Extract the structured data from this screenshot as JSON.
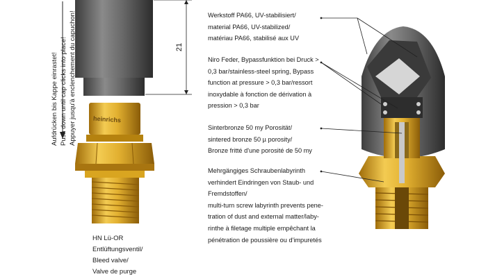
{
  "vertical_instruction": [
    "Aufdrücken bis Kappe einrastet!",
    "Push down until cap clicks into place!",
    "Appuyer jusqu'à enclenchement du capuchon!"
  ],
  "dimension": {
    "value": "21"
  },
  "product_brand": "heinrichs",
  "caption": [
    "HN Lü-OR",
    "Entlüftungsventil/",
    "Bleed valve/",
    "Valve de purge"
  ],
  "descriptions": {
    "material": [
      "Werkstoff PA66, UV-stabilisiert/",
      "material PA66, UV-stabilized/",
      "matériau PA66, stabilisé aux UV"
    ],
    "spring": [
      "Niro Feder, Bypassfunktion bei Druck >",
      "0,3 bar/stainless-steel spring, Bypass",
      "function at pressure > 0,3 bar/ressort",
      "inoxydable à fonction de dérivation à",
      "pression > 0,3 bar"
    ],
    "bronze": [
      "Sinterbronze 50 my Porosität/",
      "sintered bronze 50 µ porosity/",
      "Bronze fritté d'une porosité de 50 my"
    ],
    "labyrinth": [
      "Mehrgängiges Schraubenlabyrinth",
      "verhindert Eindringen von Staub- und",
      "Fremdstoffen/",
      "multi-turn screw labyrinth prevents pene-",
      "tration of dust and external matter/laby-",
      "rinthe à filetage multiple empêchant la",
      "pénétration de poussière ou d'impuretés"
    ]
  },
  "colors": {
    "cap": "#6e6e6e",
    "brass": "#d9a520",
    "leader": "#222222"
  }
}
